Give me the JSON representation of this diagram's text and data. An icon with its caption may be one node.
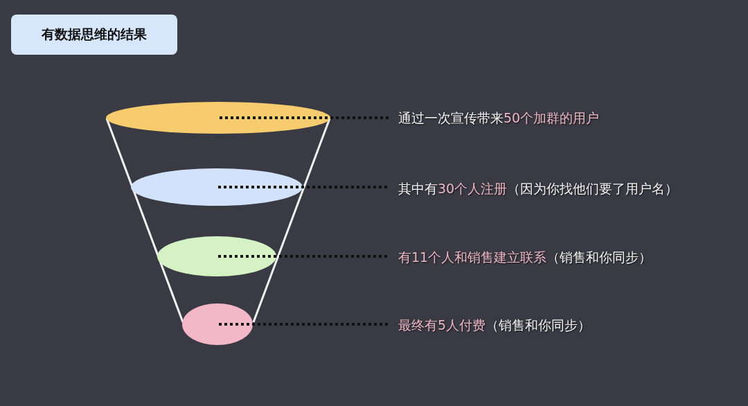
{
  "diagram": {
    "title": "有数据思维的结果",
    "nodes": [
      {
        "text": [],
        "shape": "ellipse"
      },
      {
        "text": [
          "通过一次宣传带来**50个加群的用户**"
        ]
      },
      {
        "text": [],
        "shape": "ellipse"
      },
      {
        "text": [
          "其中有**30个人注册**（因为你找他们要了用户名）"
        ]
      },
      {
        "text": [],
        "shape": "ellipse"
      },
      {
        "text": [
          "**有11个人和销售建立联系**（销售和你同步）"
        ]
      },
      {
        "text": [],
        "shape": "ellipse"
      },
      {
        "text": [
          "**最终有5人付费**（销售和你同步）"
        ]
      }
    ],
    "edges": [
      {
        "from": 0,
        "to": 1,
        "arrow": "none",
        "style": "dashed"
      },
      {
        "from": 2,
        "to": 3,
        "arrow": "none",
        "style": "dashed"
      },
      {
        "from": 4,
        "to": 5,
        "arrow": "none",
        "style": "dashed"
      },
      {
        "from": 6,
        "to": 7,
        "arrow": "none",
        "style": "dashed"
      }
    ]
  }
}
